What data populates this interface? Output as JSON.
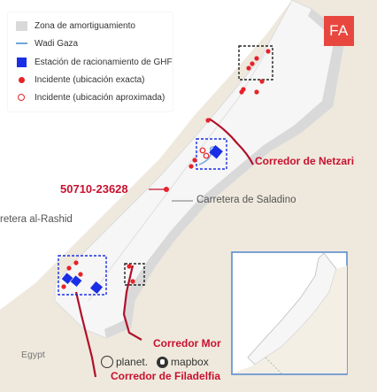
{
  "legend": {
    "buffer_zone": "Zona de amortiguamiento",
    "wadi": "Wadi Gaza",
    "ration_station": "Estación de racionamiento de GHF",
    "incident_exact": "Incidente (ubicación exacta)",
    "incident_approx": "Incidente (ubicación aproximada)"
  },
  "badge": "FA",
  "labels": {
    "netzarim": "Corredor de Netzari",
    "incident_id": "50710-23628",
    "saladin": "Carretera de Saladino",
    "rashid": "retera al-Rashid",
    "morag": "Corredor Mor",
    "philadelphi": "Corredor de Filadelfia",
    "egypt": "Egypt"
  },
  "credits": {
    "planet": "planet.",
    "mapbox": "mapbox"
  },
  "colors": {
    "corridor": "#b0102a",
    "incident": "#e62329",
    "station": "#1a2ee6",
    "buffer": "#d9d9d9",
    "strip": "#f6f6f6",
    "land": "#efe9dd",
    "sea": "#ffffff",
    "inset_border": "#5b8ecb"
  },
  "icons": {
    "planet": "circle-icon",
    "mapbox": "mapbox-icon"
  }
}
